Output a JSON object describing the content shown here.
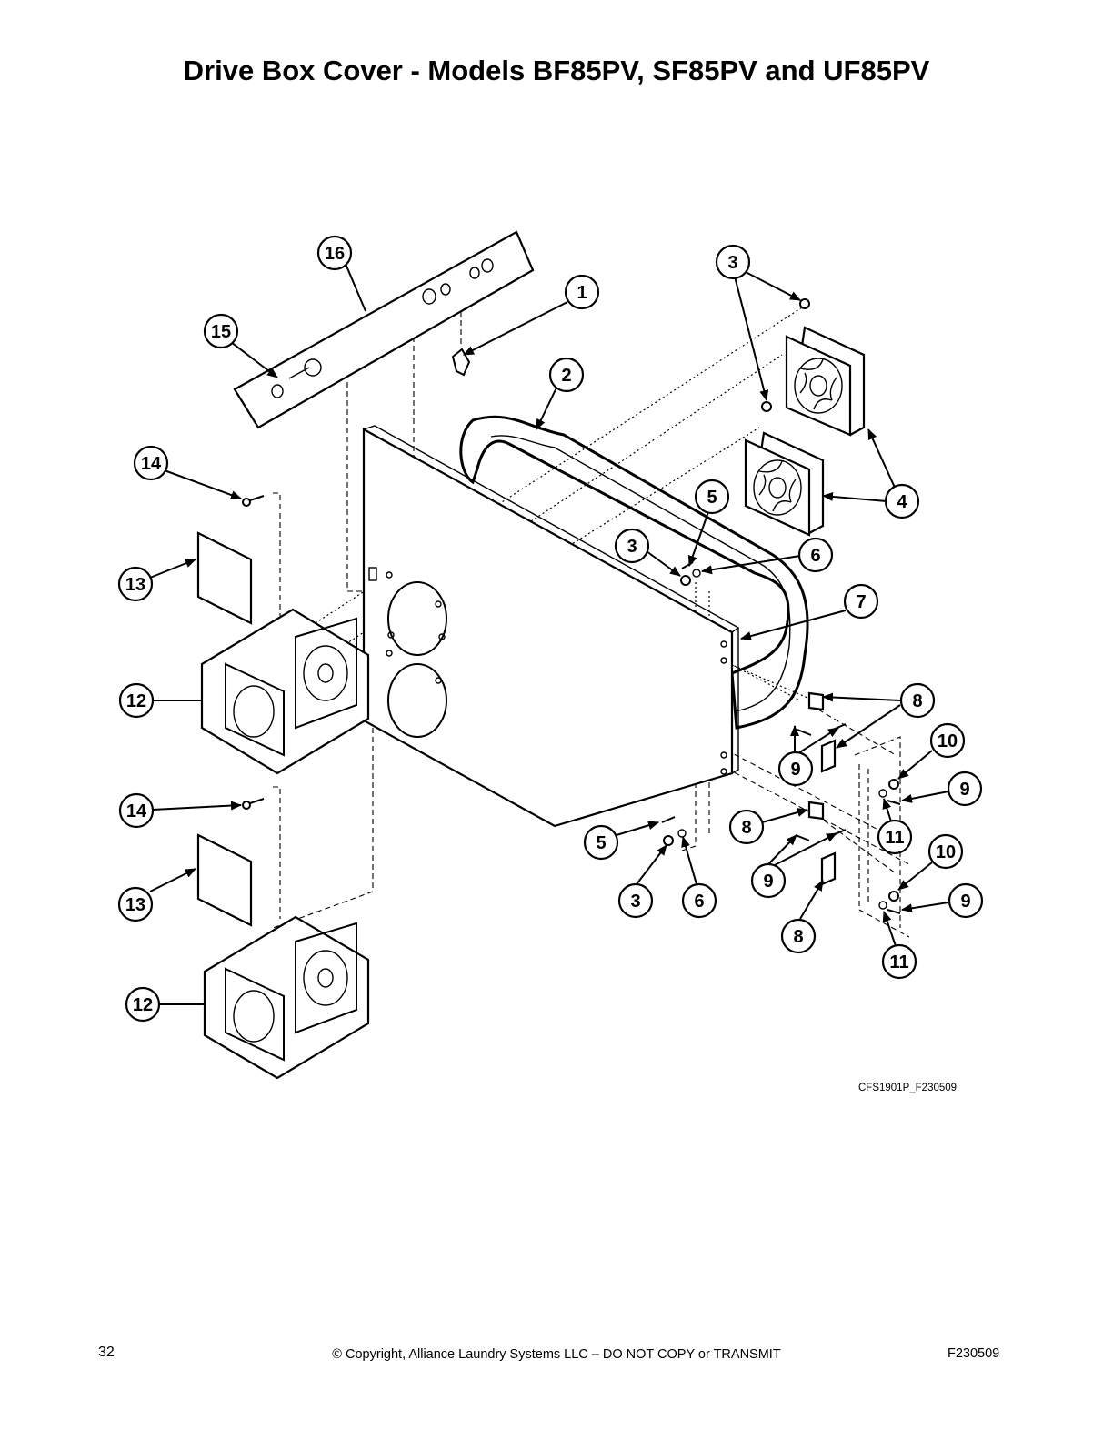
{
  "title": "Drive Box Cover - Models BF85PV, SF85PV and UF85PV",
  "figure_id": "CFS1901P_F230509",
  "footer": {
    "page_number": "32",
    "copyright": "© Copyright, Alliance Laundry Systems LLC – DO NOT COPY or TRANSMIT",
    "doc_code": "F230509"
  },
  "callouts": [
    "16",
    "15",
    "1",
    "2",
    "3",
    "4",
    "14",
    "5",
    "3",
    "6",
    "13",
    "7",
    "12",
    "8",
    "9",
    "10",
    "14",
    "9",
    "11",
    "5",
    "8",
    "10",
    "3",
    "6",
    "9",
    "13",
    "9",
    "8",
    "11",
    "12"
  ]
}
